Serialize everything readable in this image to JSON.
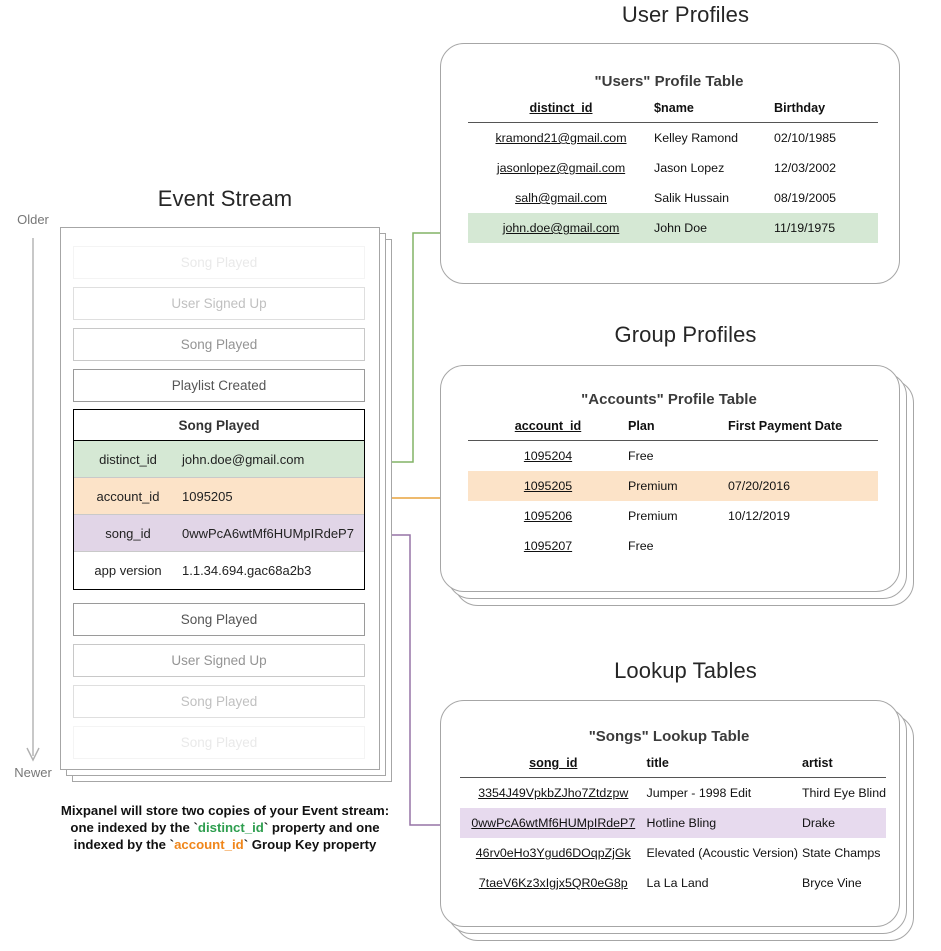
{
  "sections": {
    "event_stream_title": "Event Stream",
    "user_profiles_title": "User Profiles",
    "group_profiles_title": "Group Profiles",
    "lookup_tables_title": "Lookup Tables"
  },
  "time_axis": {
    "older": "Older",
    "newer": "Newer"
  },
  "event_stream": {
    "items_above": [
      {
        "label": "Song Played",
        "dim": "ev-op-10"
      },
      {
        "label": "User Signed Up",
        "dim": "ev-op-30"
      },
      {
        "label": "Song Played",
        "dim": "ev-op-55"
      },
      {
        "label": "Playlist Created",
        "dim": "ev-op-80"
      }
    ],
    "items_below": [
      {
        "label": "Song Played",
        "dim": "ev-op-80"
      },
      {
        "label": "User Signed Up",
        "dim": "ev-op-55"
      },
      {
        "label": "Song Played",
        "dim": "ev-op-30"
      },
      {
        "label": "Song Played",
        "dim": "ev-op-10"
      }
    ],
    "selected_event": {
      "name": "Song Played",
      "properties": [
        {
          "key": "distinct_id",
          "value": "john.doe@gmail.com",
          "highlight": "bg-green"
        },
        {
          "key": "account_id",
          "value": "1095205",
          "highlight": "bg-orange"
        },
        {
          "key": "song_id",
          "value": "0wwPcA6wtMf6HUMpIRdeP7",
          "highlight": "bg-purple"
        },
        {
          "key": "app version",
          "value": "1.1.34.694.gac68a2b3",
          "highlight": ""
        }
      ]
    }
  },
  "caption": {
    "line1": "Mixpanel will store two copies of your Event stream:",
    "line2a": "one indexed by the `",
    "line2b": "distinct_id",
    "line2c": "` property and one",
    "line3a": "indexed by the `",
    "line3b": "account_id",
    "line3c": "` Group Key property"
  },
  "users_table": {
    "title": "\"Users\" Profile Table",
    "headers": [
      "distinct_id",
      "$name",
      "Birthday"
    ],
    "rows": [
      {
        "cells": [
          "kramond21@gmail.com",
          "Kelley Ramond",
          "02/10/1985"
        ],
        "highlight": ""
      },
      {
        "cells": [
          "jasonlopez@gmail.com",
          "Jason Lopez",
          "12/03/2002"
        ],
        "highlight": ""
      },
      {
        "cells": [
          "salh@gmail.com",
          "Salik Hussain",
          "08/19/2005"
        ],
        "highlight": ""
      },
      {
        "cells": [
          "john.doe@gmail.com",
          "John Doe",
          "11/19/1975"
        ],
        "highlight": "hl-green"
      }
    ]
  },
  "accounts_table": {
    "title": "\"Accounts\" Profile Table",
    "headers": [
      "account_id",
      "Plan",
      "First Payment Date"
    ],
    "rows": [
      {
        "cells": [
          "1095204",
          "Free",
          ""
        ],
        "highlight": ""
      },
      {
        "cells": [
          "1095205",
          "Premium",
          "07/20/2016"
        ],
        "highlight": "hl-orange"
      },
      {
        "cells": [
          "1095206",
          "Premium",
          "10/12/2019"
        ],
        "highlight": ""
      },
      {
        "cells": [
          "1095207",
          "Free",
          ""
        ],
        "highlight": ""
      }
    ]
  },
  "songs_table": {
    "title": "\"Songs\" Lookup Table",
    "headers": [
      "song_id",
      "title",
      "artist"
    ],
    "rows": [
      {
        "cells": [
          "3354J49VpkbZJho7Ztdzpw",
          "Jumper - 1998 Edit",
          "Third Eye Blind"
        ],
        "highlight": ""
      },
      {
        "cells": [
          "0wwPcA6wtMf6HUMpIRdeP7",
          "Hotline Bling",
          "Drake"
        ],
        "highlight": "hl-purple"
      },
      {
        "cells": [
          "46rv0eHo3Ygud6DOqpZjGk",
          "Elevated (Acoustic Version)",
          "State Champs"
        ],
        "highlight": ""
      },
      {
        "cells": [
          "7taeV6Kz3xIgjx5QR0eG8p",
          "La La Land",
          "Bryce Vine"
        ],
        "highlight": ""
      }
    ]
  },
  "colors": {
    "green": "#d5e8d4",
    "orange": "#fce3c8",
    "purple": "#e1d5e7",
    "green_line": "#82b366",
    "orange_line": "#e8a33d",
    "purple_line": "#9673a6",
    "card_border": "#a6a6a6"
  }
}
